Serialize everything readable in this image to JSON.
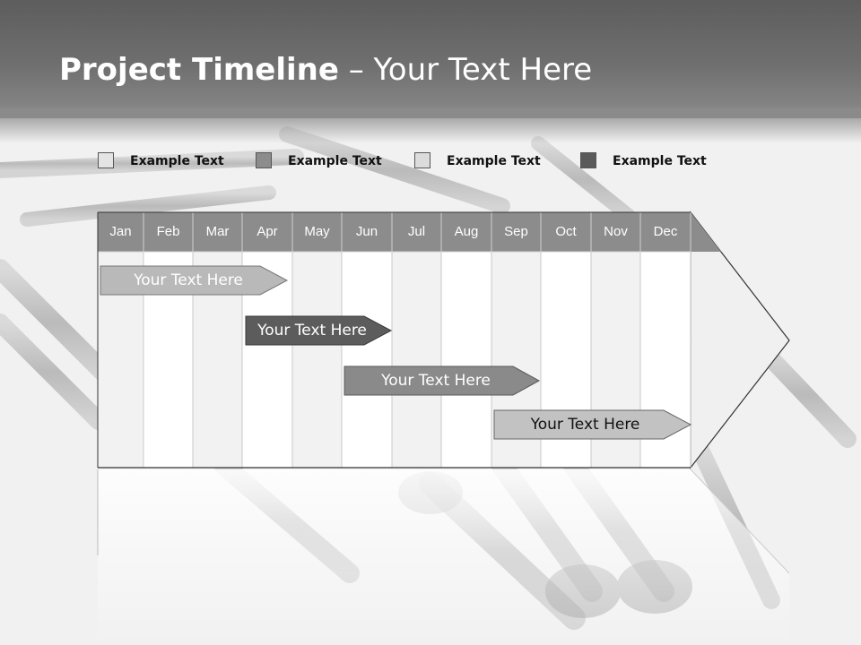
{
  "title": {
    "bold": "Project Timeline",
    "rest": " – Your Text Here"
  },
  "legend": [
    {
      "label": "Example Text",
      "color": "#e4e4e4"
    },
    {
      "label": "Example Text",
      "color": "#8c8c8c"
    },
    {
      "label": "Example Text",
      "color": "#dcdcdc"
    },
    {
      "label": "Example Text",
      "color": "#5a5a5a"
    }
  ],
  "months": [
    "Jan",
    "Feb",
    "Mar",
    "Apr",
    "May",
    "Jun",
    "Jul",
    "Aug",
    "Sep",
    "Oct",
    "Nov",
    "Dec"
  ],
  "tasks": [
    {
      "label": "Your  Text Here",
      "fill": "#b9b9b9",
      "text_color": "#ffffff"
    },
    {
      "label": "Your  Text Here",
      "fill": "#5c5c5c",
      "text_color": "#ffffff"
    },
    {
      "label": "Your  Text Here",
      "fill": "#8a8a8a",
      "text_color": "#ffffff"
    },
    {
      "label": "Your  Text Here",
      "fill": "#c2c2c2",
      "text_color": "#111111"
    }
  ],
  "colors": {
    "header": "#6a6a6a",
    "month_header": "#8c8c8c",
    "column_dark": "#f2f2f2",
    "column_light": "#ffffff"
  }
}
